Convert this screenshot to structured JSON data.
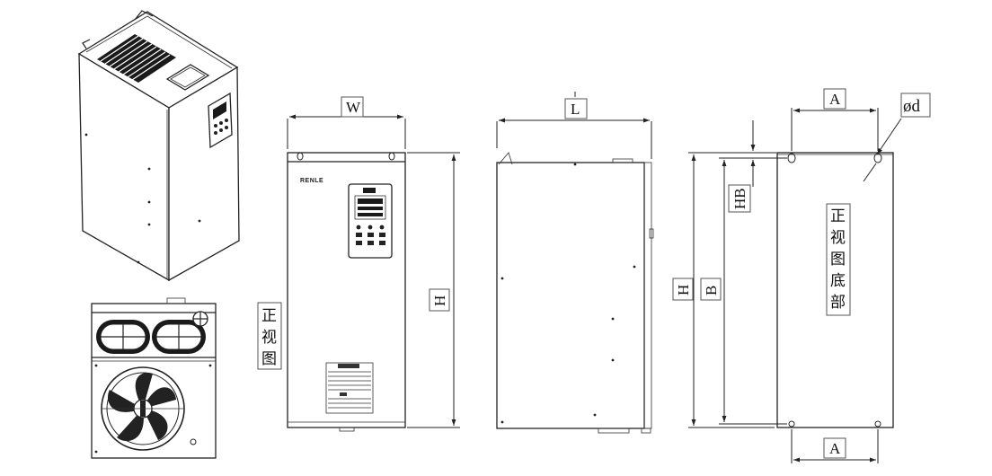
{
  "brand": "RENLE",
  "dimensions": {
    "width": "W",
    "length": "L",
    "height": "H",
    "mount_width": "A",
    "mount_height": "B",
    "hole_offset": "HB",
    "hole_diameter": "ød"
  },
  "captions": {
    "front_view": [
      "正",
      "视",
      "图"
    ],
    "bottom_front_view": [
      "正",
      "视",
      "图",
      "底",
      "部"
    ]
  }
}
